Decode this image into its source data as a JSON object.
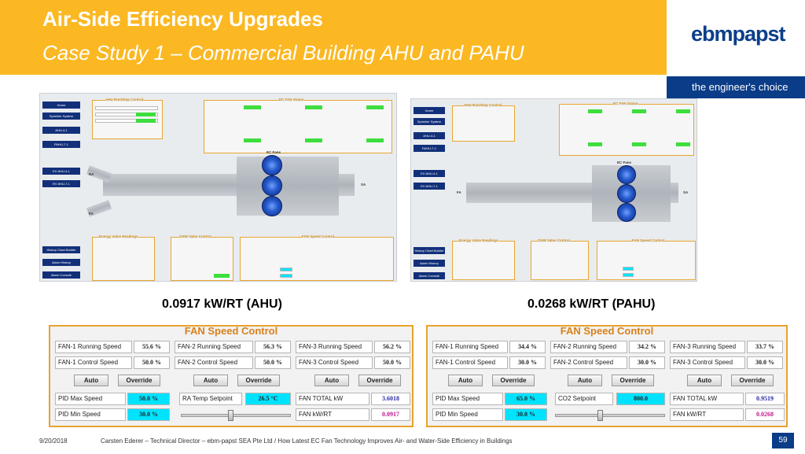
{
  "header": {
    "title": "Air-Side Efficiency Upgrades",
    "subtitle": "Case Study 1 – Commercial Building AHU and PAHU",
    "logo": "ebmpapst",
    "tagline": "the engineer's choice"
  },
  "results": {
    "ahu_label": "0.0917 kW/RT (AHU)",
    "pahu_label": "0.0268 kW/RT (PAHU)"
  },
  "ahu_screen": {
    "nav": [
      "Home",
      "Sprinkler System",
      "AHU-4-1",
      "PAHU-7-1",
      "EV AHU-4-1",
      "EV AHU-7-1",
      "History Chart Builder",
      "Alarm History",
      "Alarm Console"
    ],
    "panel_titles": {
      "run_stop": "AHU Run/Stop Control",
      "ec_fan": "EC FAN Status",
      "energy": "Energy Valve Readings",
      "chw": "CHW Valve Control",
      "fan_speed": "FAN Speed Control"
    },
    "ec_fans_label": "EC Fans",
    "sa": "SA",
    "ra": "RA",
    "fa": "FA"
  },
  "pahu_screen": {
    "nav": [
      "Home",
      "Sprinkler System",
      "AHU-4-1",
      "PAHU-7-1",
      "EV AHU-4-1",
      "EV AHU-7-1",
      "History Chart Builder",
      "Alarm History",
      "Alarm Console"
    ],
    "panel_titles": {
      "run_stop": "AHU Run/Stop Control",
      "ec_fan": "EC FAN Status",
      "energy": "Energy Valve Readings",
      "chw": "CHW Valve Control",
      "fan_speed": "FAN Speed Control"
    },
    "ec_fans_label": "EC Fans",
    "sa": "SA",
    "fa": "FA"
  },
  "ahu_fan_control": {
    "title": "FAN Speed Control",
    "fan1_running_label": "FAN-1 Running Speed",
    "fan1_running": "55.6 %",
    "fan2_running_label": "FAN-2 Running Speed",
    "fan2_running": "56.3 %",
    "fan3_running_label": "FAN-3 Running Speed",
    "fan3_running": "56.2 %",
    "fan1_control_label": "FAN-1 Control Speed",
    "fan1_control": "50.0 %",
    "fan2_control_label": "FAN-2 Control Speed",
    "fan2_control": "50.0 %",
    "fan3_control_label": "FAN-3 Control Speed",
    "fan3_control": "50.0 %",
    "auto": "Auto",
    "override": "Override",
    "pid_max_label": "PID Max Speed",
    "pid_max": "50.0 %",
    "pid_min_label": "PID Min Speed",
    "pid_min": "30.0 %",
    "setpoint_label": "RA Temp Setpoint",
    "setpoint": "26.5 °C",
    "fan_total_label": "FAN TOTAL kW",
    "fan_total": "3.6018",
    "fan_kwrt_label": "FAN kW/RT",
    "fan_kwrt": "0.0917"
  },
  "pahu_fan_control": {
    "title": "FAN Speed Control",
    "fan1_running_label": "FAN-1 Running Speed",
    "fan1_running": "34.4 %",
    "fan2_running_label": "FAN-2 Running Speed",
    "fan2_running": "34.2 %",
    "fan3_running_label": "FAN-3 Running Speed",
    "fan3_running": "33.7 %",
    "fan1_control_label": "FAN-1 Control Speed",
    "fan1_control": "30.0 %",
    "fan2_control_label": "FAN-2 Control Speed",
    "fan2_control": "30.0 %",
    "fan3_control_label": "FAN-3 Control Speed",
    "fan3_control": "30.0 %",
    "auto": "Auto",
    "override": "Override",
    "pid_max_label": "PID Max Speed",
    "pid_max": "65.0 %",
    "pid_min_label": "PID Min Speed",
    "pid_min": "30.0 %",
    "setpoint_label": "CO2 Setpoint",
    "setpoint": "800.0",
    "fan_total_label": "FAN TOTAL kW",
    "fan_total": "0.9519",
    "fan_kwrt_label": "FAN kW/RT",
    "fan_kwrt": "0.0268"
  },
  "footer": {
    "date": "9/20/2018",
    "credit": "Carsten Ederer – Technical Director – ebm-papst SEA Pte Ltd / How Latest EC Fan Technology Improves Air- and Water-Side Efficiency in Buildings",
    "page": "59"
  },
  "colors": {
    "header_yellow": "#fbb823",
    "brand_blue": "#0a3c88",
    "accent_orange": "#e9a22d",
    "value_cyan": "#00e3ff",
    "value_magenta": "#c0168a"
  }
}
